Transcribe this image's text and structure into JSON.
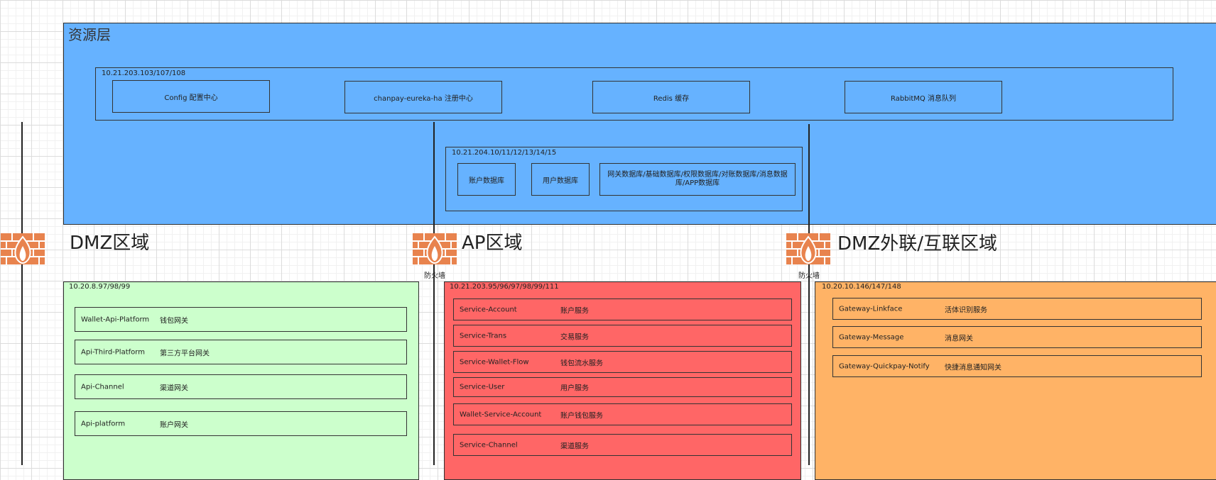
{
  "resource_layer": {
    "title": "资源层",
    "group1": {
      "ip": "10.21.203.103/107/108",
      "boxes": [
        "Config 配置中心",
        "chanpay-eureka-ha  注册中心",
        "Redis 缓存",
        "RabbitMQ  消息队列"
      ]
    },
    "group2": {
      "ip": "10.21.204.10/11/12/13/14/15",
      "boxes": [
        "账户数据库",
        "用户数据库",
        "网关数据库/基础数据库/权限数据库/对账数据库/消息数据库/APP数据库"
      ]
    }
  },
  "zones": {
    "dmz": {
      "title": "DMZ区域",
      "ip": "10.20.8.97/98/99",
      "services": [
        {
          "name": "Wallet-Api-Platform",
          "desc": "钱包网关"
        },
        {
          "name": "Api-Third-Platform",
          "desc": "第三方平台网关"
        },
        {
          "name": "Api-Channel",
          "desc": "渠道网关"
        },
        {
          "name": "Api-platform",
          "desc": "账户网关"
        }
      ]
    },
    "ap": {
      "title": "AP区域",
      "ip": "10.21.203.95/96/97/98/99/111",
      "services": [
        {
          "name": "Service-Account",
          "desc": "账户服务"
        },
        {
          "name": "Service-Trans",
          "desc": "交易服务"
        },
        {
          "name": "Service-Wallet-Flow",
          "desc": "钱包流水服务"
        },
        {
          "name": "Service-User",
          "desc": "用户服务"
        },
        {
          "name": "Wallet-Service-Account",
          "desc": "账户钱包服务"
        },
        {
          "name": "Service-Channel",
          "desc": "渠道服务"
        }
      ]
    },
    "dmz_external": {
      "title": "DMZ外联/互联区域",
      "ip": "10.20.10.146/147/148",
      "services": [
        {
          "name": "Gateway-Linkface",
          "desc": "活体识别服务"
        },
        {
          "name": "Gateway-Message",
          "desc": "消息网关"
        },
        {
          "name": "Gateway-Quickpay-Notify",
          "desc": "快捷消息通知网关"
        }
      ]
    }
  },
  "firewall_label": "防火墙",
  "colors": {
    "resource_layer": "#66b2ff",
    "dmz": "#ccffcc",
    "ap": "#ff6666",
    "dmz_external": "#ffb366",
    "firewall": "#e8834e"
  },
  "icons": [
    "firewall-icon"
  ]
}
